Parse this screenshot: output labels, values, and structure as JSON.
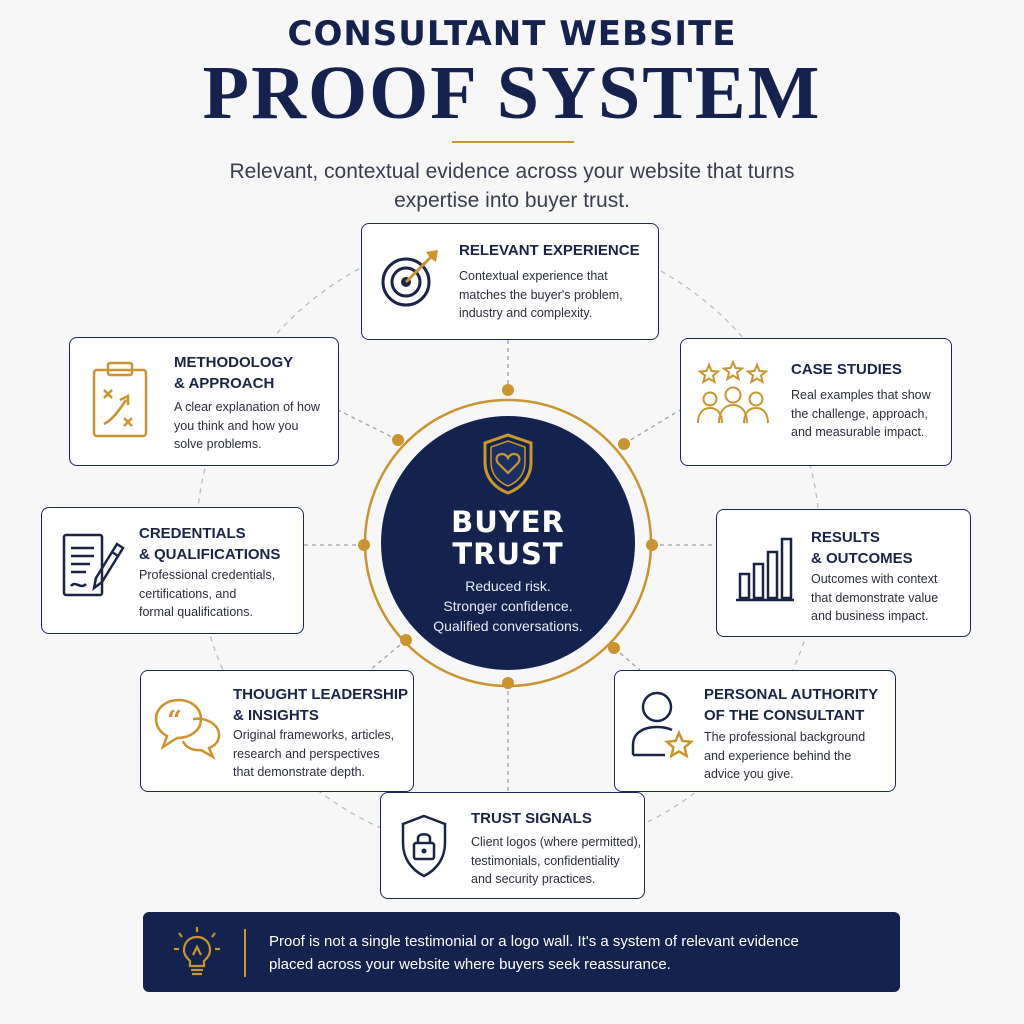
{
  "header": {
    "kicker": "CONSULTANT WEBSITE",
    "title": "PROOF SYSTEM",
    "subtitle": "Relevant, contextual evidence across your website that turns\nexpertise into buyer trust."
  },
  "hub": {
    "icon": "shield-heart-icon",
    "title": "BUYER\nTRUST",
    "text": "Reduced risk.\nStronger confidence.\nQualified conversations."
  },
  "cards": {
    "relevant_experience": {
      "icon": "target-arrow-icon",
      "title": "RELEVANT EXPERIENCE",
      "description": "Contextual experience that\nmatches the buyer's problem,\nindustry and complexity."
    },
    "case_studies": {
      "icon": "people-stars-icon",
      "title": "CASE STUDIES",
      "description": "Real examples that show\nthe challenge, approach,\nand measurable impact."
    },
    "results_outcomes": {
      "icon": "bar-chart-icon",
      "title": "RESULTS\n& OUTCOMES",
      "description": "Outcomes with context\nthat demonstrate value\nand business impact."
    },
    "personal_authority": {
      "icon": "person-star-icon",
      "title": "PERSONAL AUTHORITY\nOF THE CONSULTANT",
      "description": "The professional background\nand experience behind the\nadvice you give."
    },
    "trust_signals": {
      "icon": "shield-lock-icon",
      "title": "TRUST SIGNALS",
      "description": "Client logos (where permitted),\ntestimonials, confidentiality\nand security practices."
    },
    "thought_leadership": {
      "icon": "quote-bubbles-icon",
      "title": "THOUGHT LEADERSHIP\n& INSIGHTS",
      "description": "Original frameworks, articles,\nresearch and perspectives\nthat demonstrate depth."
    },
    "credentials": {
      "icon": "document-pen-icon",
      "title": "CREDENTIALS\n& QUALIFICATIONS",
      "description": "Professional credentials,\ncertifications, and\nformal qualifications."
    },
    "methodology": {
      "icon": "clipboard-strategy-icon",
      "title": "METHODOLOGY\n& APPROACH",
      "description": "A clear explanation of how\nyou think and how you\nsolve problems."
    }
  },
  "banner": {
    "icon": "lightbulb-icon",
    "text": "Proof is not a single testimonial or a logo wall. It's a system of relevant evidence\nplaced across your website where buyers seek reassurance."
  },
  "colors": {
    "navy": "#13234e",
    "gold": "#c9952f",
    "background": "#f7f7f8"
  }
}
